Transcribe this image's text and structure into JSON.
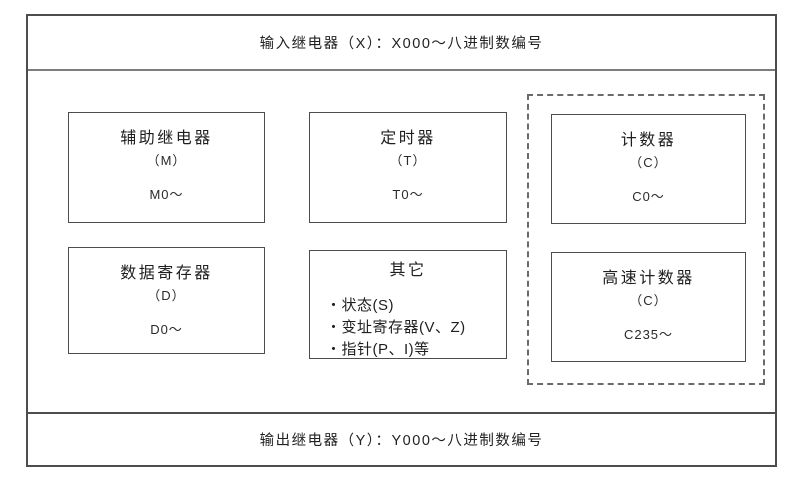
{
  "colors": {
    "frame_border": "#4d4d4d",
    "divider": "#7d7d7d",
    "dashed_border": "#6a6a6a",
    "text": "#1f1f1f",
    "background": "#ffffff"
  },
  "banners": {
    "top": "输入继电器（X）：X000～八进制数编号",
    "bottom": "输出继电器（Y）：Y000～八进制数编号"
  },
  "boxes": {
    "auxiliary_relay": {
      "title": "辅助继电器",
      "code": "（M）",
      "range": "M0～"
    },
    "timer": {
      "title": "定时器",
      "code": "（T）",
      "range": "T0～"
    },
    "counter": {
      "title": "计数器",
      "code": "（C）",
      "range": "C0～"
    },
    "data_register": {
      "title": "数据寄存器",
      "code": "（D）",
      "range": "D0～"
    },
    "others": {
      "title": "其它",
      "items": [
        "・状态(S)",
        "・变址寄存器(V、Z)",
        "・指针(P、I)等"
      ]
    },
    "high_speed_counter": {
      "title": "高速计数器",
      "code": "（C）",
      "range": "C235～"
    }
  }
}
